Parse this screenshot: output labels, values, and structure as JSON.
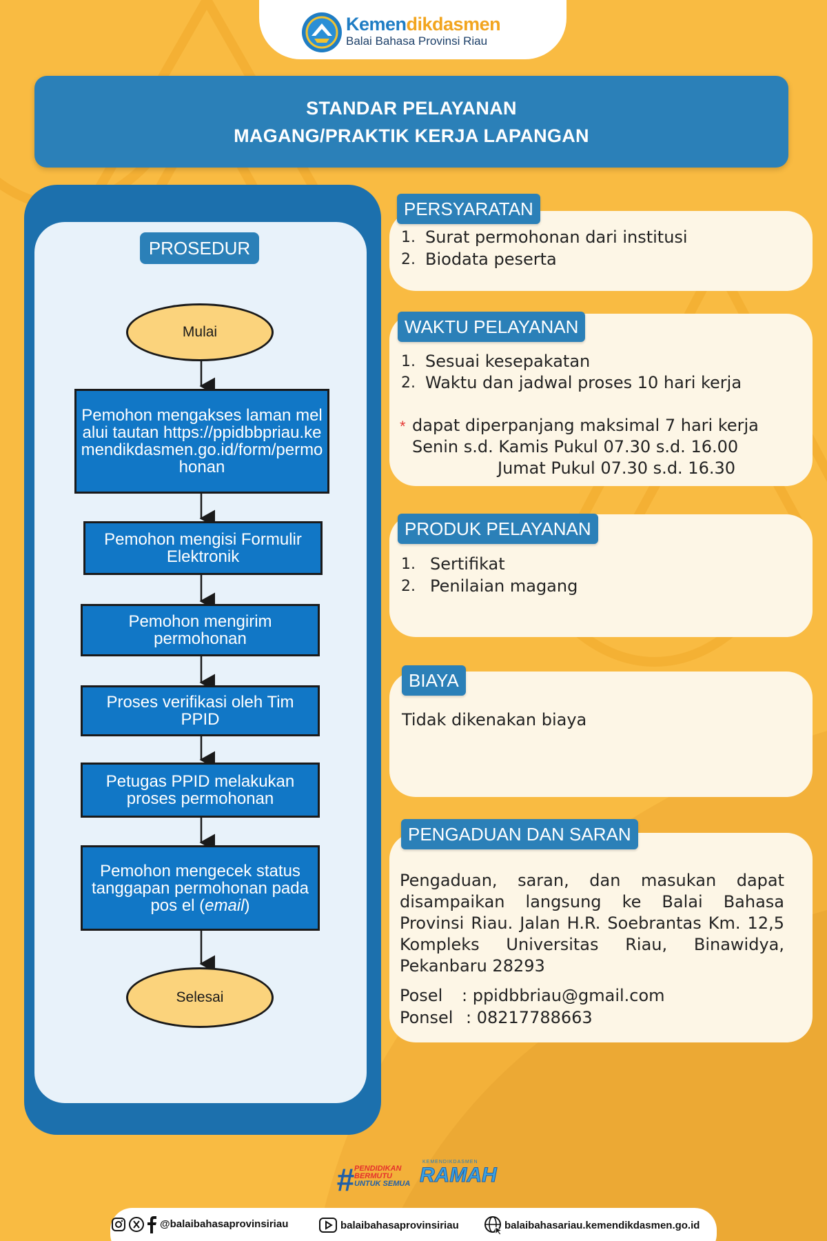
{
  "header": {
    "brand_main": "Kemen",
    "brand_accent": "dikdasmen",
    "brand_sub": "Balai Bahasa Provinsi Riau"
  },
  "title": {
    "line1": "STANDAR PELAYANAN",
    "line2": "MAGANG/PRAKTIK KERJA LAPANGAN"
  },
  "prosedur": {
    "label": "PROSEDUR",
    "start": "Mulai",
    "end": "Selesai",
    "steps": [
      "Pemohon mengakses laman melalui tautan https://ppidbbpriau.kemendikdasmen.go.id/form/permohonan",
      "Pemohon mengisi Formulir Elektronik",
      "Pemohon mengirim permohonan",
      "Proses verifikasi oleh Tim PPID",
      "Petugas PPID melakukan proses permohonan",
      "Pemohon mengecek status tanggapan permohonan pada pos el",
      "email"
    ]
  },
  "persyaratan": {
    "label": "PERSYARATAN",
    "items": [
      "Surat permohonan dari institusi",
      "Biodata peserta"
    ]
  },
  "waktu": {
    "label": "WAKTU PELAYANAN",
    "items": [
      "Sesuai kesepakatan",
      "Waktu dan jadwal proses 10 hari kerja"
    ],
    "note": "dapat diperpanjang maksimal 7 hari kerja",
    "schedule1": "Senin s.d. Kamis Pukul 07.30 s.d. 16.00",
    "schedule2": "Jumat Pukul 07.30 s.d. 16.30"
  },
  "produk": {
    "label": "PRODUK PELAYANAN",
    "items": [
      "Sertifikat",
      "Penilaian magang"
    ]
  },
  "biaya": {
    "label": "BIAYA",
    "text": "Tidak dikenakan biaya"
  },
  "pengaduan": {
    "label": "PENGADUAN DAN SARAN",
    "text": "Pengaduan, saran, dan masukan dapat disampaikan langsung ke Balai Bahasa Provinsi Riau. Jalan H.R. Soebrantas Km. 12,5 Kompleks Universitas Riau, Binawidya, Pekanbaru 28293",
    "posel_label": "Posel",
    "posel": ": ppidbbriau@gmail.com",
    "ponsel_label": "Ponsel",
    "ponsel": ": 08217788663"
  },
  "footer_logos": {
    "logo1_line1": "PENDIDIKAN",
    "logo1_line2": "BERMUTU",
    "logo1_line3": "UNTUK SEMUA",
    "logo2_top": "KEMENDIKDASMEN",
    "logo2_main": "RAMAH"
  },
  "footer": {
    "social": "@balaibahasaprovinsiriau",
    "youtube": "balaibahasaprovinsiriau",
    "website": "balaibahasariau.kemendikdasmen.go.id"
  },
  "colors": {
    "background": "#f9bb42",
    "primary_blue": "#2b80b8",
    "step_blue": "#1177c6",
    "oval_fill": "#fbd37c",
    "card": "#fdf6e6",
    "accent_orange": "#f2a51f"
  },
  "icons": [
    "kemendikdasmen-emblem-icon",
    "instagram-icon",
    "x-icon",
    "facebook-icon",
    "youtube-icon",
    "globe-icon",
    "cursor-icon"
  ]
}
